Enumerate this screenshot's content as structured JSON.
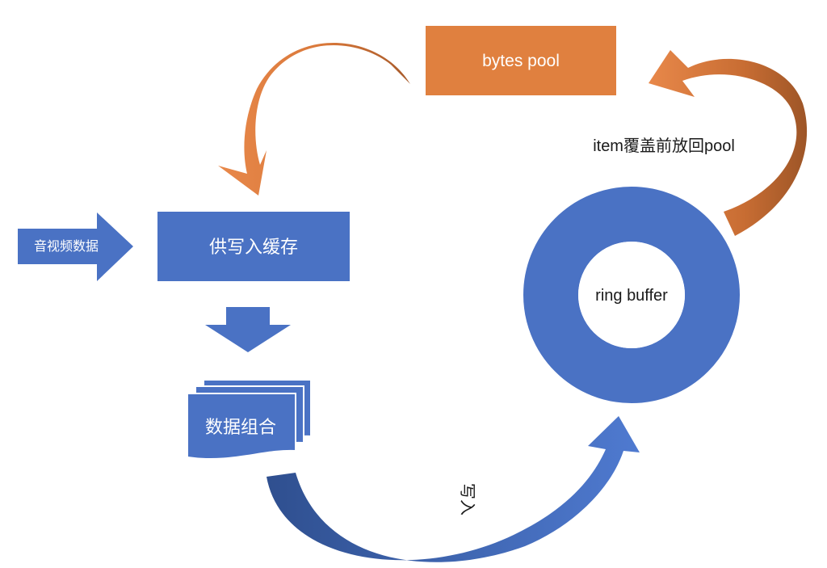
{
  "nodes": {
    "bytes_pool": "bytes pool",
    "write_cache": "供写入缓存",
    "av_data": "音视频数据",
    "data_combine": "数据组合",
    "ring_buffer": "ring buffer"
  },
  "labels": {
    "return_to_pool": "item覆盖前放回pool",
    "write": "写入"
  },
  "colors": {
    "blue": "#4a72c4",
    "blue_dark": "#355a9e",
    "orange": "#e0803f",
    "orange_dark": "#b1622d",
    "text_dark": "#1a1a1a",
    "text_light": "#ffffff"
  }
}
